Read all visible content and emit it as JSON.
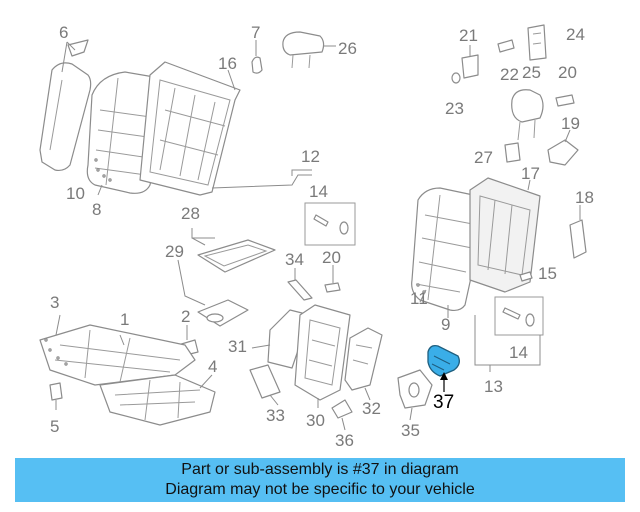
{
  "diagram": {
    "callouts": {
      "c1": "1",
      "c2": "2",
      "c3": "3",
      "c4": "4",
      "c5": "5",
      "c6": "6",
      "c7": "7",
      "c8": "8",
      "c9": "9",
      "c10": "10",
      "c11": "11",
      "c12": "12",
      "c13": "13",
      "c14a": "14",
      "c14b": "14",
      "c15": "15",
      "c16": "16",
      "c17": "17",
      "c18": "18",
      "c19": "19",
      "c20a": "20",
      "c20b": "20",
      "c21": "21",
      "c22": "22",
      "c23": "23",
      "c24": "24",
      "c25": "25",
      "c26": "26",
      "c27": "27",
      "c28": "28",
      "c29": "29",
      "c30": "30",
      "c31": "31",
      "c32": "32",
      "c33": "33",
      "c34": "34",
      "c35": "35",
      "c36": "36",
      "c37": "37"
    },
    "highlight_part": "37",
    "highlight_color": "#3aaee8"
  },
  "banner": {
    "line1": "Part or sub-assembly is #37 in diagram",
    "line2": "Diagram may not be specific to your vehicle",
    "background": "#56bff3"
  }
}
